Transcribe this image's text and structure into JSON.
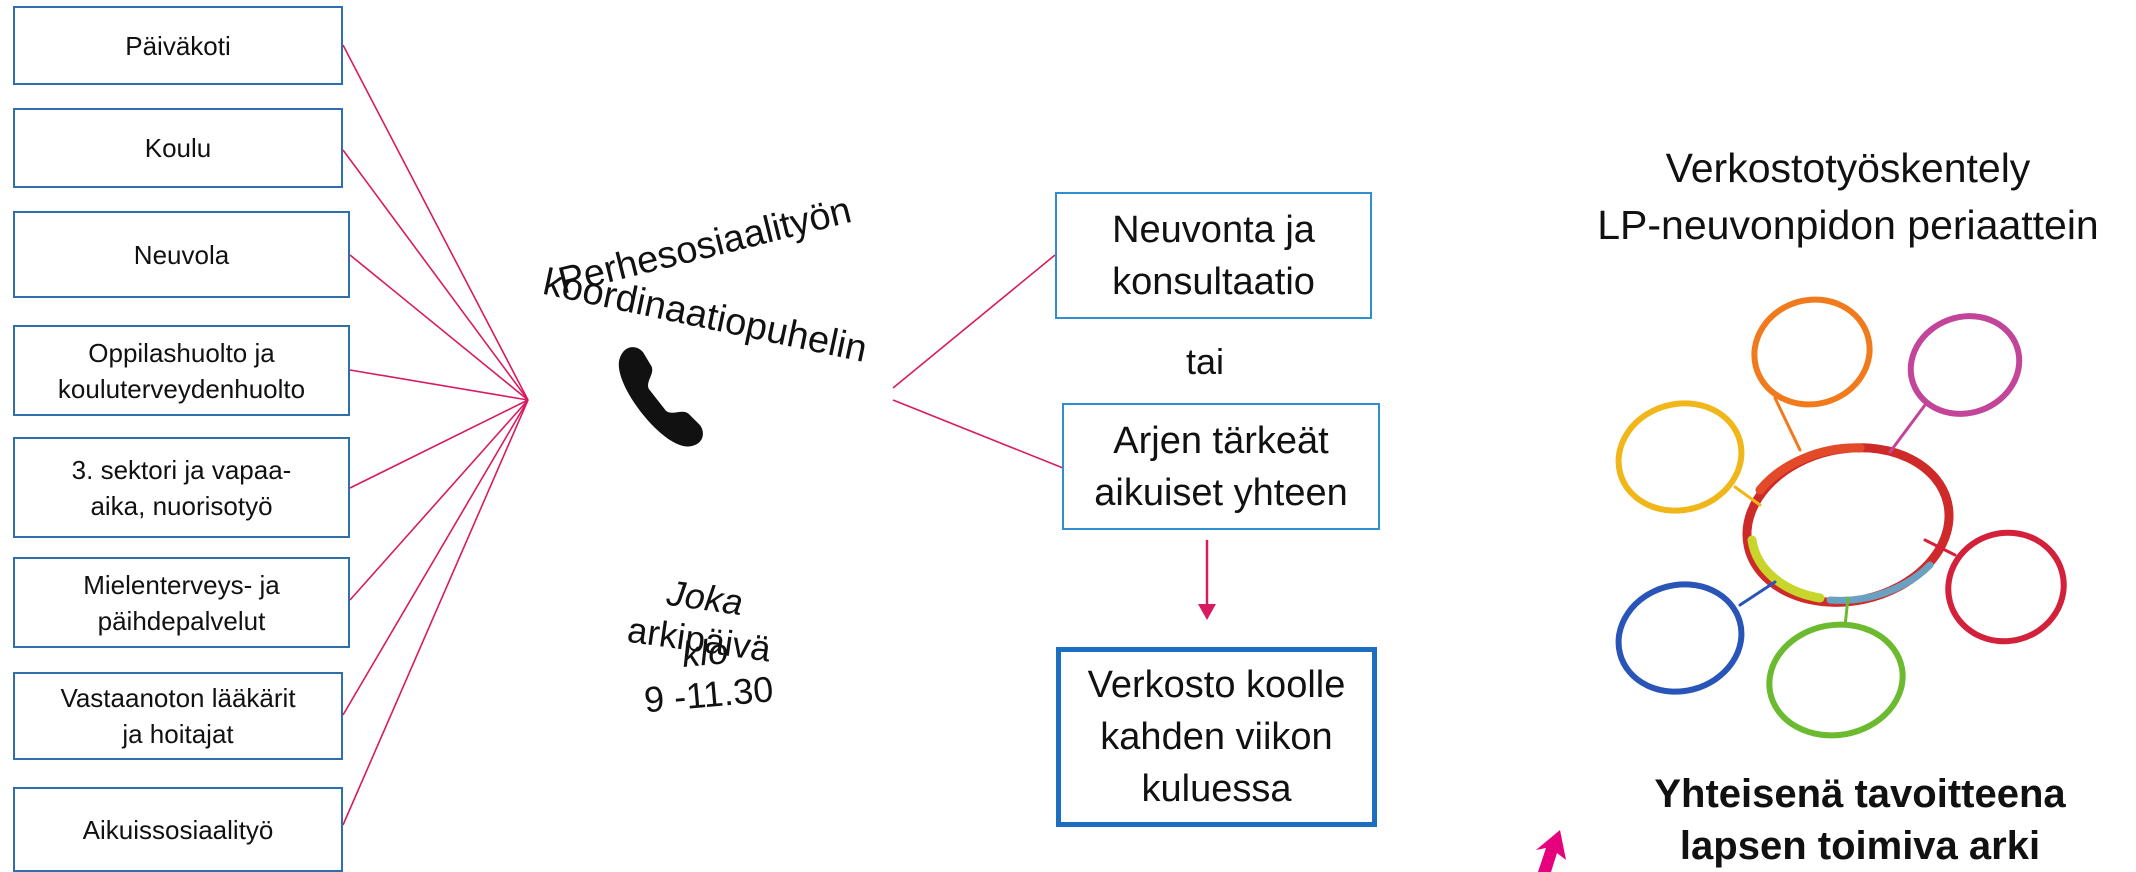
{
  "sources": [
    "Päiväkoti",
    "Koulu",
    "Neuvola",
    "Oppilashuolto ja\nkouluterveydenhuolto",
    "3. sektori ja vapaa-\naika, nuorisotyö",
    "Mielenterveys- ja\npäihdepalvelut",
    "Vastaanoton lääkärit\nja hoitajat",
    "Aikuissosiaalityö"
  ],
  "hub": {
    "title_line1": "Perhesosiaalityön",
    "title_line2": "koordinaatiopuhelin",
    "schedule_line1_italic": "Joka",
    "schedule_line1_rest": "arkipäivä",
    "schedule_line2_italic": "klo",
    "schedule_line2_rest": "9 -11.30"
  },
  "outcomes": {
    "option1": "Neuvonta ja\nkonsultaatio",
    "connector": "tai",
    "option2": "Arjen tärkeät\naikuiset yhteen",
    "result": "Verkosto koolle\nkahden viikon\nkuluessa"
  },
  "network": {
    "heading": "Verkostotyöskentely\nLP-neuvonpidon periaattein",
    "goal": "Yhteisenä tavoitteena\nlapsen toimiva arki"
  },
  "colors": {
    "line": "#d81b60",
    "left_border": "#2f6fad",
    "right_border": "#2f8fd0",
    "thick_border": "#1c6fc0",
    "arrow_accent": "#e6007e"
  }
}
